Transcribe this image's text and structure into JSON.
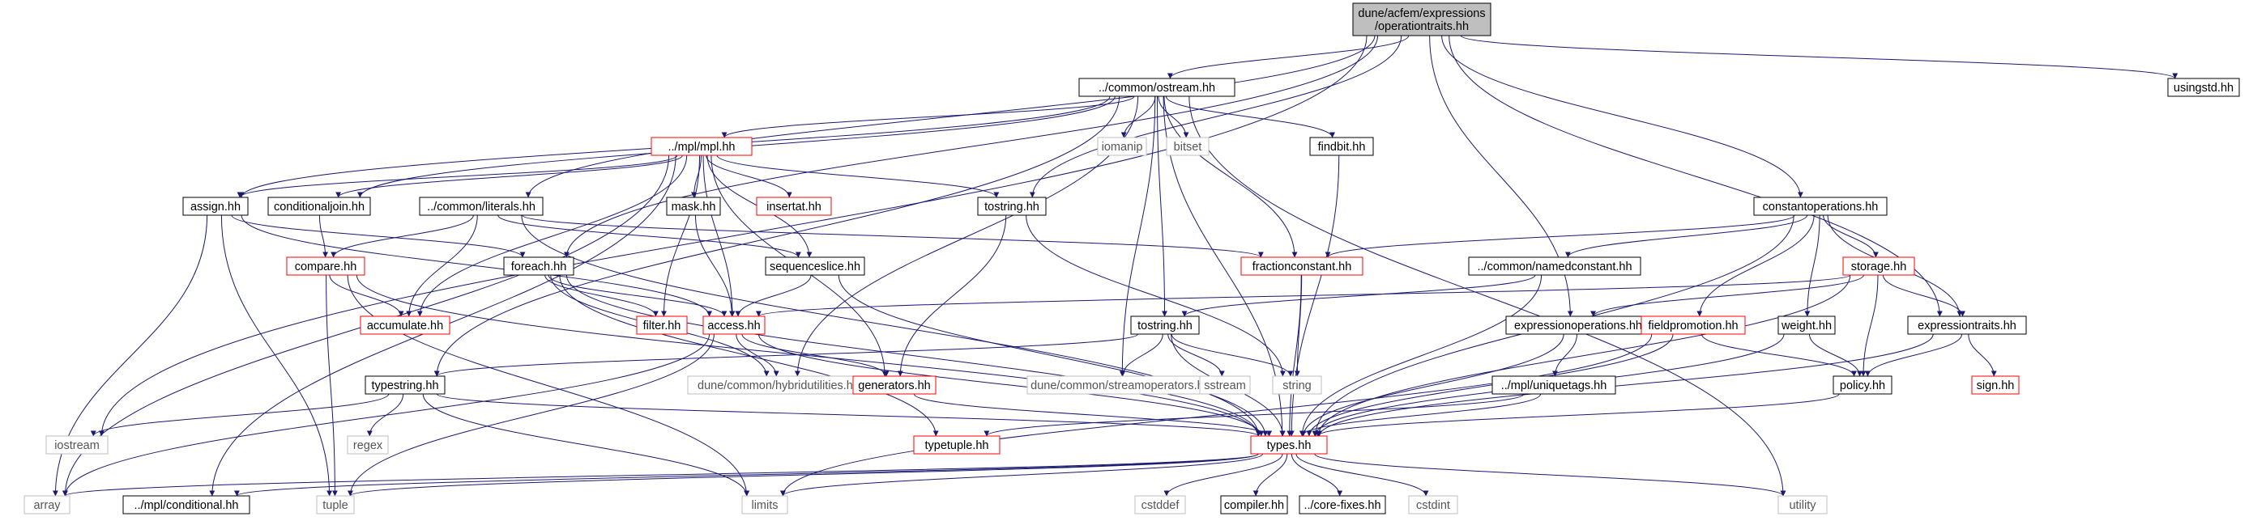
{
  "title": "dune/acfem/expressions/operationtraits.hh",
  "colors": {
    "edge": "#191970",
    "box_normal": "#000000",
    "box_truncated": "#ff0000",
    "box_external": "#bfbfbf",
    "root_fill": "#bfbfbf",
    "text_external": "#555555"
  },
  "nodes": [
    {
      "id": "root",
      "lines": [
        "dune/acfem/expressions",
        "/operationtraits.hh"
      ],
      "kind": "root"
    },
    {
      "id": "ostream",
      "lines": [
        "../common/ostream.hh"
      ],
      "kind": "normal"
    },
    {
      "id": "usingstd",
      "lines": [
        "usingstd.hh"
      ],
      "kind": "normal"
    },
    {
      "id": "mpl",
      "lines": [
        "../mpl/mpl.hh"
      ],
      "kind": "truncated"
    },
    {
      "id": "iomanip",
      "lines": [
        "iomanip"
      ],
      "kind": "external"
    },
    {
      "id": "bitset",
      "lines": [
        "bitset"
      ],
      "kind": "external"
    },
    {
      "id": "findbit",
      "lines": [
        "findbit.hh"
      ],
      "kind": "normal"
    },
    {
      "id": "assign",
      "lines": [
        "assign.hh"
      ],
      "kind": "normal"
    },
    {
      "id": "conditionaljoin",
      "lines": [
        "conditionaljoin.hh"
      ],
      "kind": "normal"
    },
    {
      "id": "literals",
      "lines": [
        "../common/literals.hh"
      ],
      "kind": "normal"
    },
    {
      "id": "mask",
      "lines": [
        "mask.hh"
      ],
      "kind": "normal"
    },
    {
      "id": "insertat",
      "lines": [
        "insertat.hh"
      ],
      "kind": "truncated"
    },
    {
      "id": "tostring1",
      "lines": [
        "tostring.hh"
      ],
      "kind": "normal"
    },
    {
      "id": "constantops",
      "lines": [
        "constantoperations.hh"
      ],
      "kind": "normal"
    },
    {
      "id": "compare",
      "lines": [
        "compare.hh"
      ],
      "kind": "truncated"
    },
    {
      "id": "foreach",
      "lines": [
        "foreach.hh"
      ],
      "kind": "normal"
    },
    {
      "id": "sequenceslice",
      "lines": [
        "sequenceslice.hh"
      ],
      "kind": "normal"
    },
    {
      "id": "fractionconstant",
      "lines": [
        "fractionconstant.hh"
      ],
      "kind": "truncated"
    },
    {
      "id": "namedconstant",
      "lines": [
        "../common/namedconstant.hh"
      ],
      "kind": "normal"
    },
    {
      "id": "storage",
      "lines": [
        "storage.hh"
      ],
      "kind": "truncated"
    },
    {
      "id": "accumulate",
      "lines": [
        "accumulate.hh"
      ],
      "kind": "truncated"
    },
    {
      "id": "filter",
      "lines": [
        "filter.hh"
      ],
      "kind": "truncated"
    },
    {
      "id": "access",
      "lines": [
        "access.hh"
      ],
      "kind": "truncated"
    },
    {
      "id": "tostring2",
      "lines": [
        "tostring.hh"
      ],
      "kind": "normal"
    },
    {
      "id": "exprops",
      "lines": [
        "expressionoperations.hh"
      ],
      "kind": "normal"
    },
    {
      "id": "fieldpromotion",
      "lines": [
        "fieldpromotion.hh"
      ],
      "kind": "truncated"
    },
    {
      "id": "weight",
      "lines": [
        "weight.hh"
      ],
      "kind": "normal"
    },
    {
      "id": "exprtraits",
      "lines": [
        "expressiontraits.hh"
      ],
      "kind": "normal"
    },
    {
      "id": "typestring",
      "lines": [
        "typestring.hh"
      ],
      "kind": "normal"
    },
    {
      "id": "hybridutil",
      "lines": [
        "dune/common/hybridutilities.hh"
      ],
      "kind": "external"
    },
    {
      "id": "generators",
      "lines": [
        "generators.hh"
      ],
      "kind": "truncated"
    },
    {
      "id": "streamops",
      "lines": [
        "dune/common/streamoperators.hh"
      ],
      "kind": "external"
    },
    {
      "id": "sstream",
      "lines": [
        "sstream"
      ],
      "kind": "external"
    },
    {
      "id": "string",
      "lines": [
        "string"
      ],
      "kind": "external"
    },
    {
      "id": "uniquetags",
      "lines": [
        "../mpl/uniquetags.hh"
      ],
      "kind": "normal"
    },
    {
      "id": "policy",
      "lines": [
        "policy.hh"
      ],
      "kind": "normal"
    },
    {
      "id": "sign",
      "lines": [
        "sign.hh"
      ],
      "kind": "truncated"
    },
    {
      "id": "iostream",
      "lines": [
        "iostream"
      ],
      "kind": "external"
    },
    {
      "id": "regex",
      "lines": [
        "regex"
      ],
      "kind": "external"
    },
    {
      "id": "typetuple",
      "lines": [
        "typetuple.hh"
      ],
      "kind": "truncated"
    },
    {
      "id": "types",
      "lines": [
        "types.hh"
      ],
      "kind": "truncated"
    },
    {
      "id": "array",
      "lines": [
        "array"
      ],
      "kind": "external"
    },
    {
      "id": "conditional",
      "lines": [
        "../mpl/conditional.hh"
      ],
      "kind": "normal"
    },
    {
      "id": "tuple",
      "lines": [
        "tuple"
      ],
      "kind": "external"
    },
    {
      "id": "limits",
      "lines": [
        "limits"
      ],
      "kind": "external"
    },
    {
      "id": "cstddef",
      "lines": [
        "cstddef"
      ],
      "kind": "external"
    },
    {
      "id": "compiler",
      "lines": [
        "compiler.hh"
      ],
      "kind": "normal"
    },
    {
      "id": "corefixes",
      "lines": [
        "../core-fixes.hh"
      ],
      "kind": "normal"
    },
    {
      "id": "cstdint",
      "lines": [
        "cstdint"
      ],
      "kind": "external"
    },
    {
      "id": "utility",
      "lines": [
        "utility"
      ],
      "kind": "external"
    }
  ],
  "edges": [
    [
      "root",
      "ostream"
    ],
    [
      "root",
      "usingstd"
    ],
    [
      "root",
      "literals"
    ],
    [
      "root",
      "foreach"
    ],
    [
      "root",
      "tostring1"
    ],
    [
      "root",
      "constantops"
    ],
    [
      "root",
      "exprops"
    ],
    [
      "root",
      "exprtraits"
    ],
    [
      "root",
      "iostream"
    ],
    [
      "ostream",
      "mpl"
    ],
    [
      "ostream",
      "iomanip"
    ],
    [
      "ostream",
      "bitset"
    ],
    [
      "ostream",
      "findbit"
    ],
    [
      "ostream",
      "assign"
    ],
    [
      "ostream",
      "conditionaljoin"
    ],
    [
      "ostream",
      "fractionconstant"
    ],
    [
      "ostream",
      "tostring2"
    ],
    [
      "ostream",
      "typestring"
    ],
    [
      "ostream",
      "hybridutil"
    ],
    [
      "ostream",
      "streamops"
    ],
    [
      "ostream",
      "types"
    ],
    [
      "ostream",
      "utility"
    ],
    [
      "mpl",
      "assign"
    ],
    [
      "mpl",
      "conditionaljoin"
    ],
    [
      "mpl",
      "mask"
    ],
    [
      "mpl",
      "insertat"
    ],
    [
      "mpl",
      "tostring1"
    ],
    [
      "mpl",
      "accumulate"
    ],
    [
      "mpl",
      "filter"
    ],
    [
      "mpl",
      "access"
    ],
    [
      "mpl",
      "sequenceslice"
    ],
    [
      "mpl",
      "generators"
    ],
    [
      "mpl",
      "conditional"
    ],
    [
      "mpl",
      "array"
    ],
    [
      "findbit",
      "types"
    ],
    [
      "assign",
      "foreach"
    ],
    [
      "assign",
      "access"
    ],
    [
      "assign",
      "array"
    ],
    [
      "assign",
      "tuple"
    ],
    [
      "conditionaljoin",
      "compare"
    ],
    [
      "literals",
      "compare"
    ],
    [
      "literals",
      "accumulate"
    ],
    [
      "literals",
      "sequenceslice"
    ],
    [
      "literals",
      "fractionconstant"
    ],
    [
      "literals",
      "types"
    ],
    [
      "mask",
      "access"
    ],
    [
      "tostring1",
      "generators"
    ],
    [
      "tostring1",
      "string"
    ],
    [
      "constantops",
      "fractionconstant"
    ],
    [
      "constantops",
      "namedconstant"
    ],
    [
      "constantops",
      "storage"
    ],
    [
      "constantops",
      "fieldpromotion"
    ],
    [
      "constantops",
      "weight"
    ],
    [
      "constantops",
      "exprtraits"
    ],
    [
      "constantops",
      "types"
    ],
    [
      "compare",
      "accumulate"
    ],
    [
      "compare",
      "types"
    ],
    [
      "compare",
      "tuple"
    ],
    [
      "compare",
      "limits"
    ],
    [
      "foreach",
      "filter"
    ],
    [
      "foreach",
      "access"
    ],
    [
      "foreach",
      "hybridutil"
    ],
    [
      "foreach",
      "typetuple"
    ],
    [
      "foreach",
      "types"
    ],
    [
      "sequenceslice",
      "access"
    ],
    [
      "sequenceslice",
      "types"
    ],
    [
      "fractionconstant",
      "string"
    ],
    [
      "fractionconstant",
      "types"
    ],
    [
      "namedconstant",
      "tostring2"
    ],
    [
      "namedconstant",
      "types"
    ],
    [
      "storage",
      "access"
    ],
    [
      "storage",
      "exprops"
    ],
    [
      "storage",
      "exprtraits"
    ],
    [
      "storage",
      "policy"
    ],
    [
      "storage",
      "types"
    ],
    [
      "access",
      "hybridutil"
    ],
    [
      "access",
      "generators"
    ],
    [
      "access",
      "types"
    ],
    [
      "access",
      "array"
    ],
    [
      "access",
      "tuple"
    ],
    [
      "tostring2",
      "typestring"
    ],
    [
      "tostring2",
      "streamops"
    ],
    [
      "tostring2",
      "sstream"
    ],
    [
      "tostring2",
      "string"
    ],
    [
      "tostring2",
      "types"
    ],
    [
      "exprops",
      "uniquetags"
    ],
    [
      "exprops",
      "types"
    ],
    [
      "fieldpromotion",
      "policy"
    ],
    [
      "fieldpromotion",
      "types"
    ],
    [
      "fieldpromotion",
      "limits"
    ],
    [
      "weight",
      "policy"
    ],
    [
      "weight",
      "types"
    ],
    [
      "exprtraits",
      "policy"
    ],
    [
      "exprtraits",
      "sign"
    ],
    [
      "exprtraits",
      "types"
    ],
    [
      "typestring",
      "iostream"
    ],
    [
      "typestring",
      "regex"
    ],
    [
      "typestring",
      "types"
    ],
    [
      "typestring",
      "limits"
    ],
    [
      "generators",
      "types"
    ],
    [
      "uniquetags",
      "typetuple"
    ],
    [
      "uniquetags",
      "types"
    ],
    [
      "policy",
      "types"
    ],
    [
      "types",
      "array"
    ],
    [
      "types",
      "conditional"
    ],
    [
      "types",
      "tuple"
    ],
    [
      "types",
      "limits"
    ],
    [
      "types",
      "cstddef"
    ],
    [
      "types",
      "compiler"
    ],
    [
      "types",
      "corefixes"
    ],
    [
      "types",
      "cstdint"
    ],
    [
      "types",
      "utility"
    ]
  ]
}
